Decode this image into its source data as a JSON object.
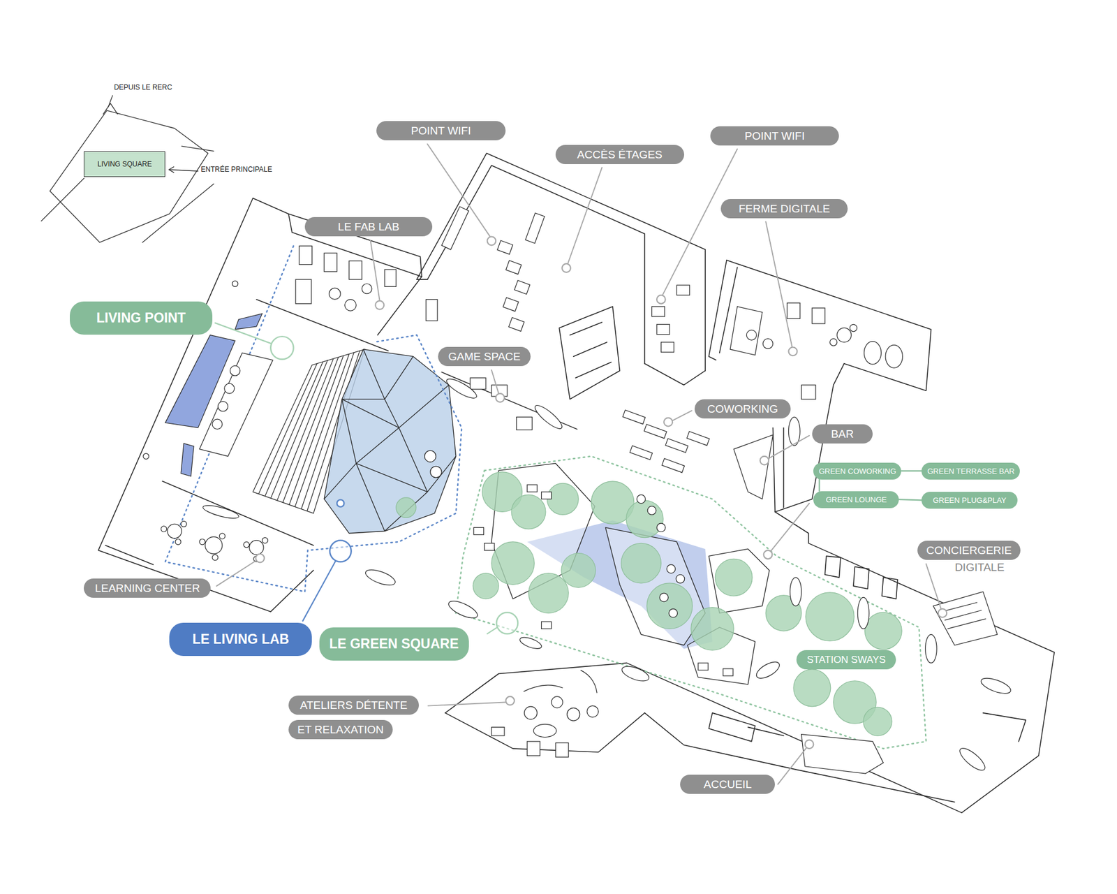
{
  "diagram": {
    "nodes": [
      {
        "text": [
          "LIVING SQUARE"
        ]
      },
      {
        "text": [
          "POINT WIFI"
        ]
      },
      {
        "text": [
          "ACCÈS ÉTAGES"
        ]
      },
      {
        "text": [
          "POINT WIFI"
        ]
      },
      {
        "text": [
          "FERME DIGITALE"
        ]
      },
      {
        "text": [
          "LE FAB LAB"
        ]
      },
      {
        "text": [
          "LIVING POINT"
        ]
      },
      {
        "text": [
          "GAME SPACE"
        ]
      },
      {
        "text": [
          "COWORKING"
        ]
      },
      {
        "text": [
          "BAR"
        ]
      },
      {
        "text": [
          "GREEN COWORKING"
        ]
      },
      {
        "text": [
          "GREEN TERRASSE BAR"
        ]
      },
      {
        "text": [
          "GREEN LOUNGE"
        ]
      },
      {
        "text": [
          "GREEN PLUG&PLAY"
        ]
      },
      {
        "text": [
          "CONCIERGERIE",
          "DIGITALE"
        ]
      },
      {
        "text": [
          "LEARNING CENTER"
        ]
      },
      {
        "text": [
          "LE LIVING LAB"
        ]
      },
      {
        "text": [
          "LE GREEN SQUARE"
        ]
      },
      {
        "text": [
          "STATION SWAYS"
        ]
      },
      {
        "text": [
          "ATELIERS DÉTENTE"
        ]
      },
      {
        "text": [
          "ET RELAXATION"
        ]
      },
      {
        "text": [
          "ACCUEIL"
        ]
      }
    ],
    "edges": [
      {
        "from": 10,
        "to": 11,
        "arrow": "none"
      },
      {
        "from": 12,
        "to": 13,
        "arrow": "none"
      },
      {
        "from": 10,
        "to": 12,
        "arrow": "none"
      }
    ],
    "labels": [
      "DEPUIS LE RERC",
      "ENTRÉE PRINCIPALE"
    ]
  }
}
